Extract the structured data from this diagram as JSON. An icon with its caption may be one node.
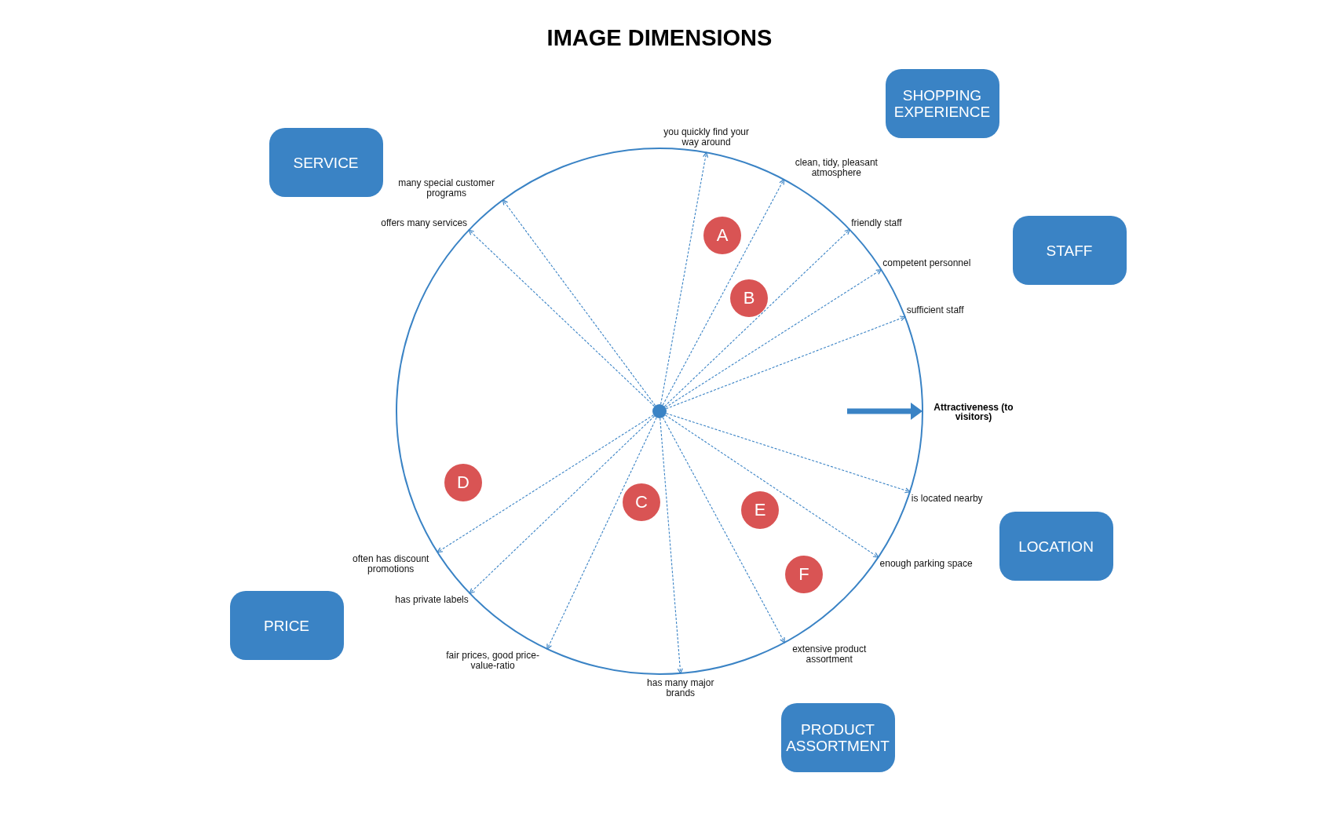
{
  "diagram": {
    "title": "IMAGE DIMENSIONS",
    "nodes": [
      {
        "text": [
          "SHOPPING EXPERIENCE"
        ]
      },
      {
        "text": [
          "you quickly find your way around"
        ]
      },
      {
        "text": [
          "SERVICE"
        ]
      },
      {
        "text": [
          "clean, tidy, pleasant atmosphere"
        ]
      },
      {
        "text": [
          "many special customer programs"
        ]
      },
      {
        "text": [
          "friendly staff"
        ]
      },
      {
        "text": [
          "offers many services"
        ]
      },
      {
        "text": [
          "A"
        ]
      },
      {
        "text": [
          "STAFF"
        ]
      },
      {
        "text": [
          "competent personnel"
        ]
      },
      {
        "text": [
          "sufficient staff"
        ]
      },
      {
        "text": [
          "B"
        ]
      },
      {
        "text": [],
        "shape": "circle"
      },
      {
        "text": [
          "C"
        ]
      },
      {
        "text": [
          "is located nearby"
        ]
      },
      {
        "text": [
          "D"
        ]
      },
      {
        "text": [
          "E"
        ]
      },
      {
        "text": [
          "LOCATION"
        ]
      },
      {
        "text": [
          "often has discount promotions"
        ]
      },
      {
        "text": [
          "enough parking space"
        ]
      },
      {
        "text": [
          "F"
        ]
      },
      {
        "text": [
          "has private labels"
        ]
      },
      {
        "text": [
          "PRICE"
        ]
      },
      {
        "text": [
          "extensive product assortment"
        ]
      },
      {
        "text": [
          "fair prices, good price-value-ratio"
        ]
      },
      {
        "text": [
          "has many major brands"
        ]
      },
      {
        "text": [
          "PRODUCT ASSORTMENT"
        ]
      }
    ],
    "edges": [
      {
        "from": 12,
        "to": 1,
        "arrow": "to",
        "style": "dashed"
      },
      {
        "from": 12,
        "to": 3,
        "arrow": "to",
        "style": "dashed"
      },
      {
        "from": 12,
        "to": 5,
        "arrow": "to",
        "style": "dashed"
      },
      {
        "from": 12,
        "to": 9,
        "arrow": "to",
        "style": "dashed"
      },
      {
        "from": 12,
        "to": 10,
        "arrow": "to",
        "style": "dashed"
      },
      {
        "from": 12,
        "to": 6,
        "arrow": "to",
        "style": "dashed"
      },
      {
        "from": 12,
        "to": 4,
        "arrow": "to",
        "style": "dashed"
      },
      {
        "from": 12,
        "to": 14,
        "arrow": "to",
        "style": "dashed"
      },
      {
        "from": 12,
        "to": 19,
        "arrow": "to",
        "style": "dashed"
      },
      {
        "from": 12,
        "to": 23,
        "arrow": "to",
        "style": "dashed"
      },
      {
        "from": 12,
        "to": 25,
        "arrow": "to",
        "style": "dashed"
      },
      {
        "from": 12,
        "to": 24,
        "arrow": "to",
        "style": "dashed"
      },
      {
        "from": 12,
        "to": 21,
        "arrow": "to",
        "style": "dashed"
      },
      {
        "from": 12,
        "to": 18,
        "arrow": "to",
        "style": "dashed"
      }
    ],
    "labels": [
      "Attractiveness (to visitors)"
    ]
  }
}
